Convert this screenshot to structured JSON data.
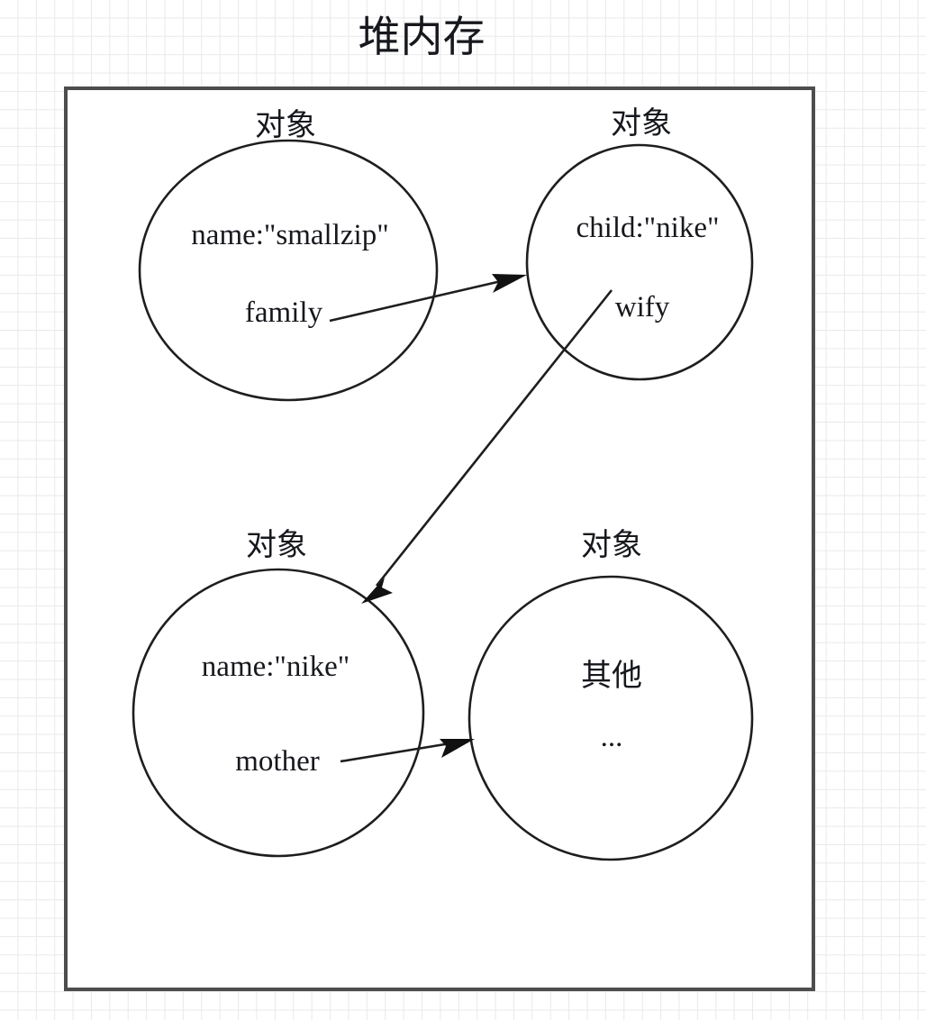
{
  "diagram": {
    "title": "堆内存",
    "container_label": "堆内存",
    "object_label": "对象",
    "nodes": [
      {
        "id": "smallzip",
        "label": "对象",
        "line1": "name:\"smallzip\"",
        "line2": "family"
      },
      {
        "id": "wify-object",
        "label": "对象",
        "line1": "child:\"nike\"",
        "line2": "wify"
      },
      {
        "id": "nike",
        "label": "对象",
        "line1": "name:\"nike\"",
        "line2": "mother"
      },
      {
        "id": "other",
        "label": "对象",
        "line1": "其他",
        "line2": "..."
      }
    ],
    "edges": [
      {
        "id": "family-to-wify",
        "from": "family",
        "to": "wify-object"
      },
      {
        "id": "wify-to-nike",
        "from": "wify",
        "to": "nike"
      },
      {
        "id": "mother-to-other",
        "from": "mother",
        "to": "other"
      }
    ],
    "colors": {
      "stroke": "#1e1e1e",
      "box_stroke": "#4d4d4d",
      "grid": "#e9e9e9",
      "background": "#ffffff",
      "text": "#16181d"
    }
  }
}
